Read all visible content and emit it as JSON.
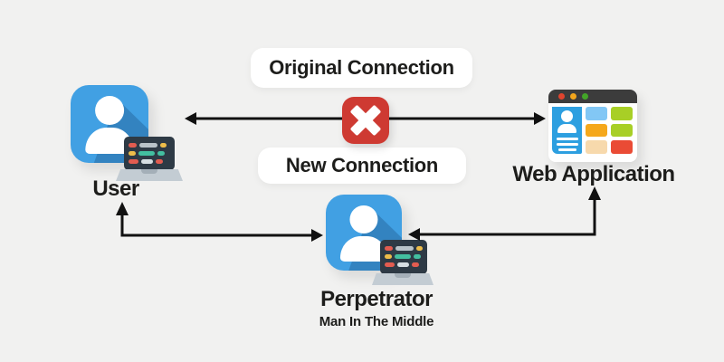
{
  "diagram": {
    "type": "man-in-the-middle-attack",
    "connection_labels": {
      "original": "Original Connection",
      "new": "New Connection"
    },
    "nodes": {
      "user": {
        "label": "User"
      },
      "web_application": {
        "label": "Web Application"
      },
      "perpetrator": {
        "label": "Perpetrator",
        "subtitle": "Man In The Middle"
      }
    },
    "colors": {
      "background": "#F1F1F0",
      "text": "#1D1D1B",
      "arrow": "#111111",
      "pill_background": "#FFFFFF",
      "avatar_blue": "#41A0E3",
      "avatar_long_shadow": "rgba(13,52,94,0.26)",
      "blocked_red": "#CE3A32",
      "laptop_screen": "#2E3A45",
      "laptop_base": "#C3CCD3",
      "browser_bar": "#3C3C3C",
      "browser_sidebar": "#2D9FE0"
    },
    "browser_window": {
      "traffic_light_dots": [
        "#E0442E",
        "#F2A51C",
        "#43A528"
      ],
      "tiles": [
        "#82C7F5",
        "#A8CF26",
        "#F5A81C",
        "#A8CF26",
        "#F7D9AC",
        "#EA4B35"
      ],
      "sidebar_line_widths": [
        24,
        24,
        20
      ]
    },
    "laptop_code_lines": [
      [
        {
          "color": "#E25C50",
          "w": 9
        },
        {
          "color": "#B9C3C9",
          "w": 20
        },
        {
          "color": "#EDBD4A",
          "w": 7
        }
      ],
      [
        {
          "color": "#EDBD4A",
          "w": 8
        },
        {
          "color": "#43BFA0",
          "w": 18
        },
        {
          "color": "#43BFA0",
          "w": 8
        }
      ],
      [
        {
          "color": "#E25C50",
          "w": 11
        },
        {
          "color": "#D6DEE2",
          "w": 13
        },
        {
          "color": "#E25C50",
          "w": 8
        }
      ]
    ]
  }
}
